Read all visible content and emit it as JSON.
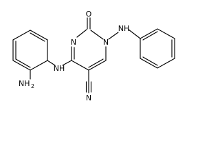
{
  "structure": {
    "atoms": {
      "oxygen": "O",
      "n_ring_left": "N",
      "n_ring_right": "N",
      "nh_phenyl": "NH",
      "nh_linker": "NH",
      "nh2": "NH",
      "nh2_subscript": "2",
      "nitrile_n": "N"
    }
  }
}
